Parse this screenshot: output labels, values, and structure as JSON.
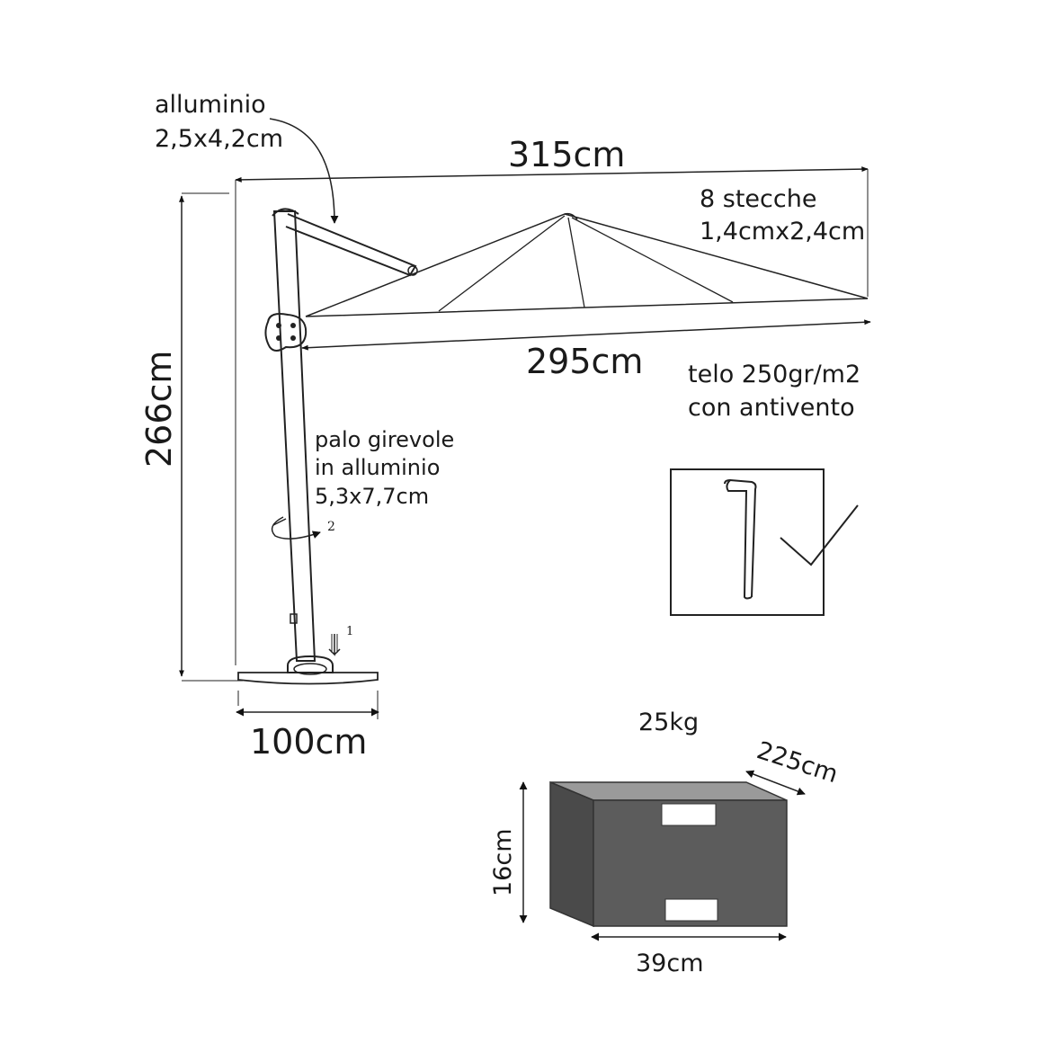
{
  "labels": {
    "arm_material": "alluminio",
    "arm_size": "2,5x4,2cm",
    "width_top": "315cm",
    "ribs_count": "8 stecche",
    "ribs_size": "1,4cmx2,4cm",
    "width_canopy": "295cm",
    "fabric": "telo 250gr/m2",
    "fabric_note": "con antivento",
    "height": "266cm",
    "pole_line1": "palo girevole",
    "pole_line2": "in alluminio",
    "pole_line3": "5,3x7,7cm",
    "rotate_step": "2",
    "press_step": "1",
    "base_width": "100cm",
    "weight": "25kg",
    "block_depth": "225cm",
    "block_height": "16cm",
    "block_width": "39cm"
  },
  "colors": {
    "line": "#222222",
    "block_front": "#5c5c5c",
    "block_side": "#4a4a4a",
    "block_top": "#9a9a9a"
  }
}
